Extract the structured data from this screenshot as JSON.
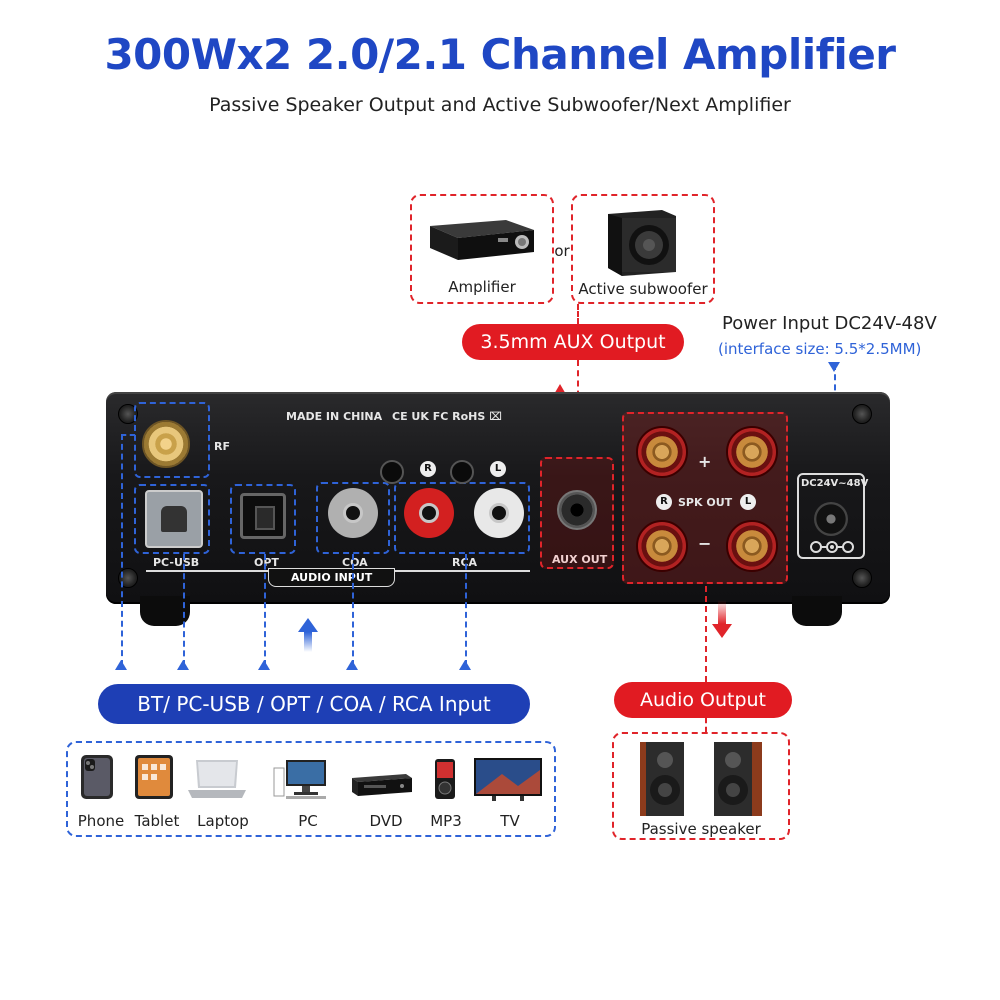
{
  "header": {
    "title": "300Wx2 2.0/2.1 Channel Amplifier",
    "subtitle": "Passive Speaker Output and Active Subwoofer/Next Amplifier"
  },
  "outputs_top": {
    "amplifier_label": "Amplifier",
    "or_label": "or",
    "subwoofer_label": "Active subwoofer",
    "aux_output_label": "3.5mm AUX Output"
  },
  "power": {
    "label": "Power Input DC24V-48V",
    "sub": "(interface size: 5.5*2.5MM)",
    "panel_label": "DC24V~48V"
  },
  "panel": {
    "made_in": "MADE IN CHINA",
    "certs": "CE UK FC RoHS ⌧",
    "rf": "RF",
    "pc_usb": "PC-USB",
    "opt": "OPT",
    "coa": "COA",
    "rca": "RCA",
    "audio_input": "AUDIO INPUT",
    "r": "R",
    "l": "L",
    "aux_out": "AUX OUT",
    "spk_out": "SPK OUT",
    "plus": "+",
    "minus": "−"
  },
  "input_bar": {
    "label": "BT/ PC-USB / OPT / COA / RCA Input"
  },
  "devices": {
    "items": [
      "Phone",
      "Tablet",
      "Laptop",
      "PC",
      "DVD",
      "MP3",
      "TV"
    ]
  },
  "audio_output": {
    "label": "Audio Output",
    "speaker_label": "Passive speaker"
  },
  "colors": {
    "title_blue": "#1f47c4",
    "accent_red": "#e11b22",
    "accent_blue": "#1e3fb5"
  }
}
